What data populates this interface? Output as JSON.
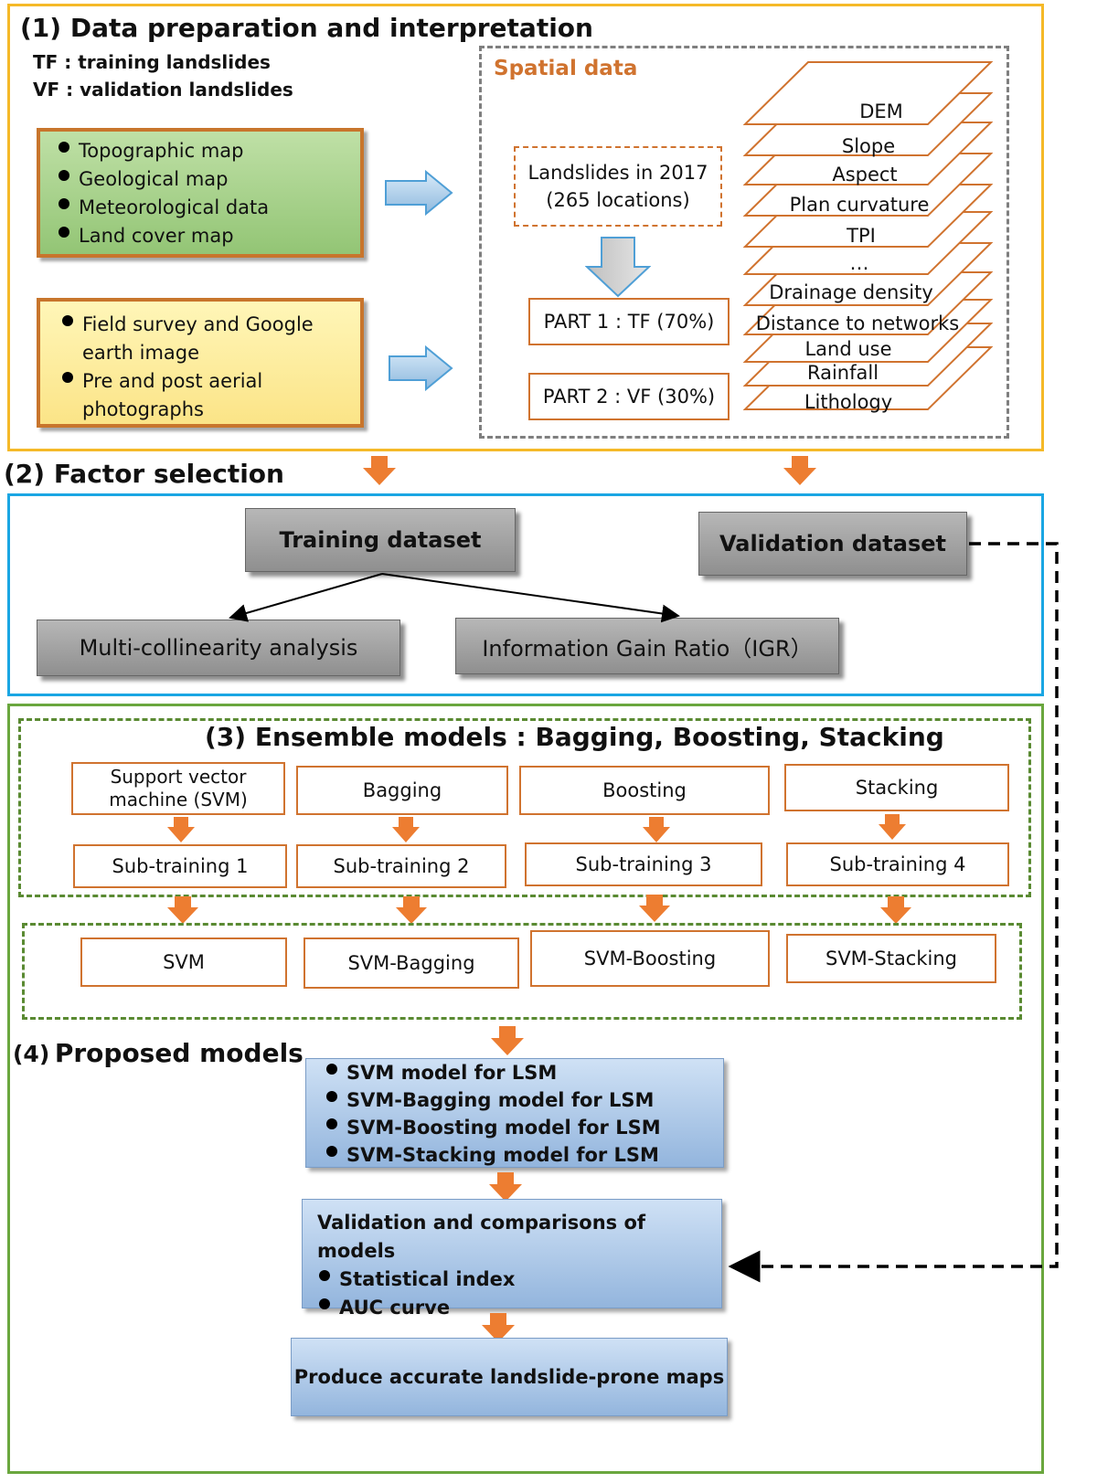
{
  "section1": {
    "title": "(1) Data preparation and interpretation",
    "note_tf": "TF : training landslides",
    "note_vf": "VF : validation landslides",
    "green_items": [
      "Topographic map",
      "Geological map",
      "Meteorological data",
      "Land cover map"
    ],
    "yellow_items": [
      "Field survey and Google earth image",
      "Pre and post aerial photographs"
    ],
    "spatial_title": "Spatial data",
    "landslides_line1": "Landslides in 2017",
    "landslides_line2": "(265 locations)",
    "part1": "PART 1 : TF (70%)",
    "part2": "PART 2 : VF (30%)",
    "layers": [
      "DEM",
      "Slope",
      "Aspect",
      "Plan curvature",
      "TPI",
      "…",
      "Drainage density",
      "Distance to networks",
      "Land use",
      "Rainfall",
      "Lithology"
    ]
  },
  "section2": {
    "title": "(2) Factor selection",
    "training": "Training dataset",
    "validation": "Validation dataset",
    "multi": "Multi-collinearity analysis",
    "igr": "Information Gain Ratio（IGR）"
  },
  "section3": {
    "title": "(3) Ensemble models : Bagging, Boosting, Stacking",
    "models": [
      "Support vector machine (SVM)",
      "Bagging",
      "Boosting",
      "Stacking"
    ],
    "subs": [
      "Sub-training 1",
      "Sub-training 2",
      "Sub-training 3",
      "Sub-training 4"
    ],
    "outputs": [
      "SVM",
      "SVM-Bagging",
      "SVM-Boosting",
      "SVM-Stacking"
    ]
  },
  "section4": {
    "title_num": "(4)",
    "title": "Proposed models",
    "proposed": [
      "SVM model for LSM",
      "SVM-Bagging model for LSM",
      "SVM-Boosting model for LSM",
      "SVM-Stacking model for LSM"
    ],
    "validation_title": "Validation and comparisons of models",
    "validation_items": [
      "Statistical index",
      "AUC curve"
    ],
    "produce": "Produce accurate landslide-prone maps"
  },
  "colors": {
    "section1_border": "#f5b928",
    "section2_border": "#1aa6e3",
    "section3_border": "#6aa73e",
    "orange": "#d0732f",
    "arrow_fill": "#ed7d31",
    "green_box": "#a9d18e",
    "yellow_box": "#fff2a0",
    "grey_box": "#a6a6a6",
    "blue_box": "#b4cde9"
  }
}
